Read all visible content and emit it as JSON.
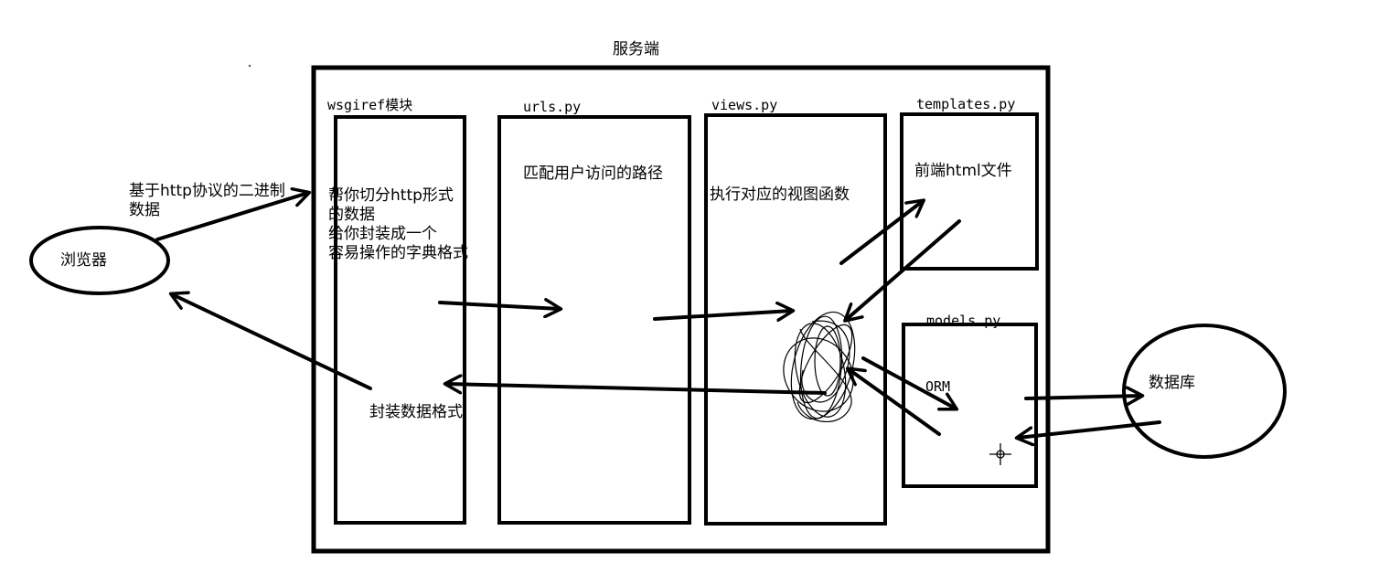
{
  "server": {
    "title": "服务端"
  },
  "browser": {
    "label": "浏览器"
  },
  "database": {
    "label": "数据库"
  },
  "request_label": "基于http协议的二进制\n数据",
  "modules": {
    "wsgiref": {
      "name": "wsgiref模块",
      "desc": "帮你切分http形式\n的数据\n给你封装成一个\n容易操作的字典格式",
      "response_text": "封装数据格式"
    },
    "urls": {
      "name": "urls.py",
      "desc": "匹配用户访问的路径"
    },
    "views": {
      "name": "views.py",
      "desc": "执行对应的视图函数"
    },
    "templates": {
      "name": "templates.py",
      "desc": "前端html文件"
    },
    "models": {
      "name": "models.py",
      "desc": "ORM"
    }
  }
}
